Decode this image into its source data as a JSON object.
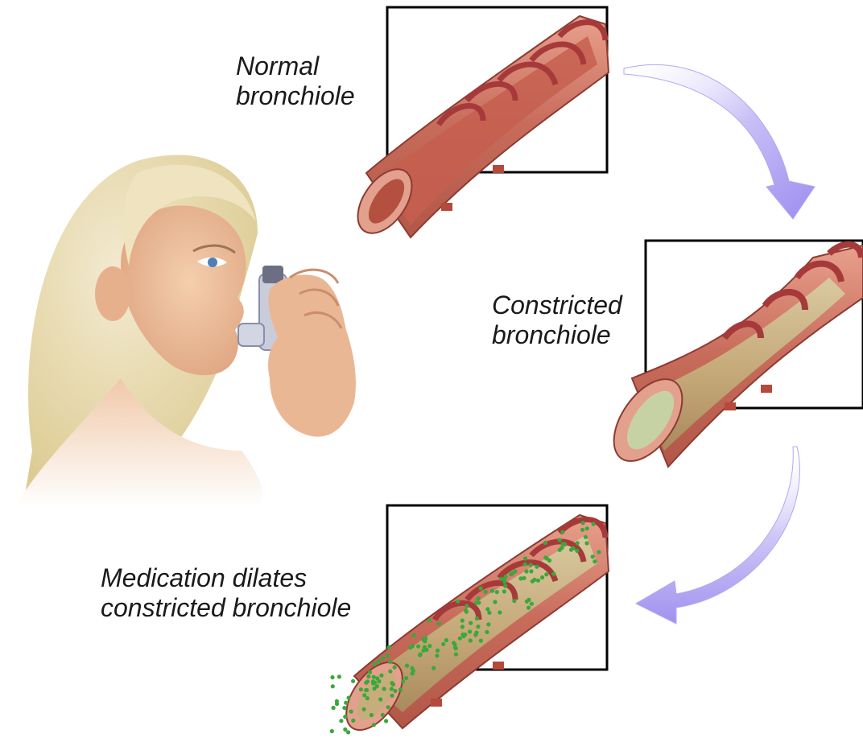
{
  "labels": {
    "normal": [
      "Normal",
      "bronchiole"
    ],
    "constricted": [
      "Constricted",
      "bronchiole"
    ],
    "medication": [
      "Medication dilates",
      "constricted bronchiole"
    ]
  },
  "colors": {
    "arrow": "#a79bf0",
    "muscle_band": "#b7474a",
    "tissue": "#d98a78",
    "lumen": "#c96a5a",
    "mucus": "#cfc49a",
    "medication_particles": "#3aa83a",
    "skin": "#efc29f",
    "hair": "#e9dcaa",
    "inhaler": "#c9ccda"
  },
  "icons": {
    "person": "woman-using-inhaler",
    "inhaler": "inhaler-icon",
    "cycle_arrows": "curved-arrow-icon"
  }
}
